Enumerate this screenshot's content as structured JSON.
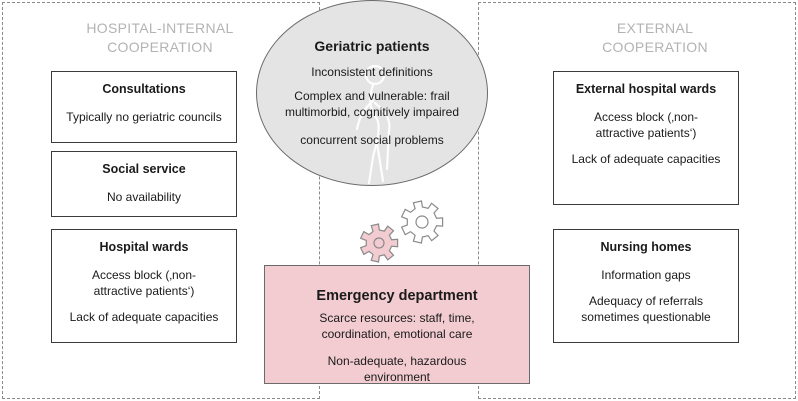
{
  "left_panel": {
    "title": "HOSPITAL-INTERNAL COOPERATION"
  },
  "right_panel": {
    "title": "EXTERNAL COOPERATION"
  },
  "consultations": {
    "title": "Consultations",
    "items": [
      "Typically no geriatric councils"
    ]
  },
  "social_service": {
    "title": "Social service",
    "items": [
      "No availability"
    ]
  },
  "hospital_wards": {
    "title": "Hospital wards",
    "items": [
      "Access block (‚non-attractive patients‘)",
      "Lack of adequate capacities"
    ]
  },
  "geriatric": {
    "title": "Geriatric patients",
    "items": [
      "Inconsistent definitions",
      "Complex and vulnerable: frail multimorbid, cognitively impaired",
      "concurrent social problems"
    ]
  },
  "emergency": {
    "title": "Emergency department",
    "items": [
      "Scarce resources: staff, time, coordination, emotional care",
      "Non-adequate, hazardous environment"
    ]
  },
  "external_wards": {
    "title": "External hospital wards",
    "items": [
      "Access block (‚non-attractive patients‘)",
      "Lack of adequate capacities"
    ]
  },
  "nursing_homes": {
    "title": "Nursing homes",
    "items": [
      "Information gaps",
      "Adequacy of referrals sometimes questionable"
    ]
  },
  "colors": {
    "ed_fill": "#f2ccd0",
    "gear_pink": "#f2ccd0",
    "ellipse_fill": "#e4e4e4",
    "panel_title": "#b3b3b3"
  },
  "icons": [
    "elderly-person-icon",
    "pink-gear-icon",
    "white-gear-icon"
  ]
}
